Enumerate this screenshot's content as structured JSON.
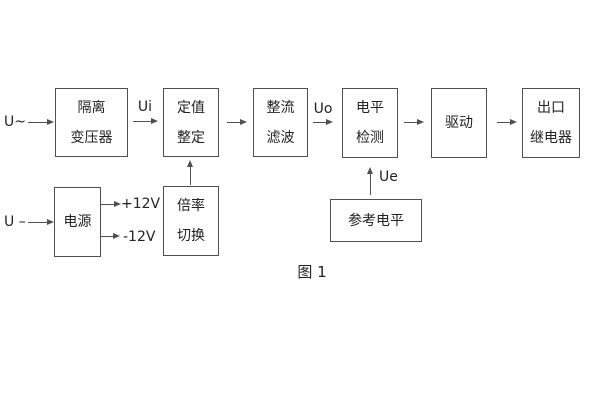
{
  "figure": {
    "caption": "图 1"
  },
  "labels": {
    "input_ac": "U~",
    "input_dc": "U –",
    "ui": "Ui",
    "uo": "Uo",
    "ue": "Ue",
    "rail_pos": "+12V",
    "rail_neg": "-12V"
  },
  "blocks": {
    "isolation": {
      "line1": "隔离",
      "line2": "变压器"
    },
    "setting": {
      "line1": "定值",
      "line2": "整定"
    },
    "rectify": {
      "line1": "整流",
      "line2": "滤波"
    },
    "level": {
      "line1": "电平",
      "line2": "检测"
    },
    "drive": {
      "line1": "驱动"
    },
    "relay": {
      "line1": "出口",
      "line2": "继电器"
    },
    "power": {
      "line1": "电源"
    },
    "ratio": {
      "line1": "倍率",
      "line2": "切换"
    },
    "reference": {
      "line1": "参考电平"
    }
  },
  "colors": {
    "line": "#4f4f4f",
    "text": "#222222",
    "background": "#ffffff"
  }
}
